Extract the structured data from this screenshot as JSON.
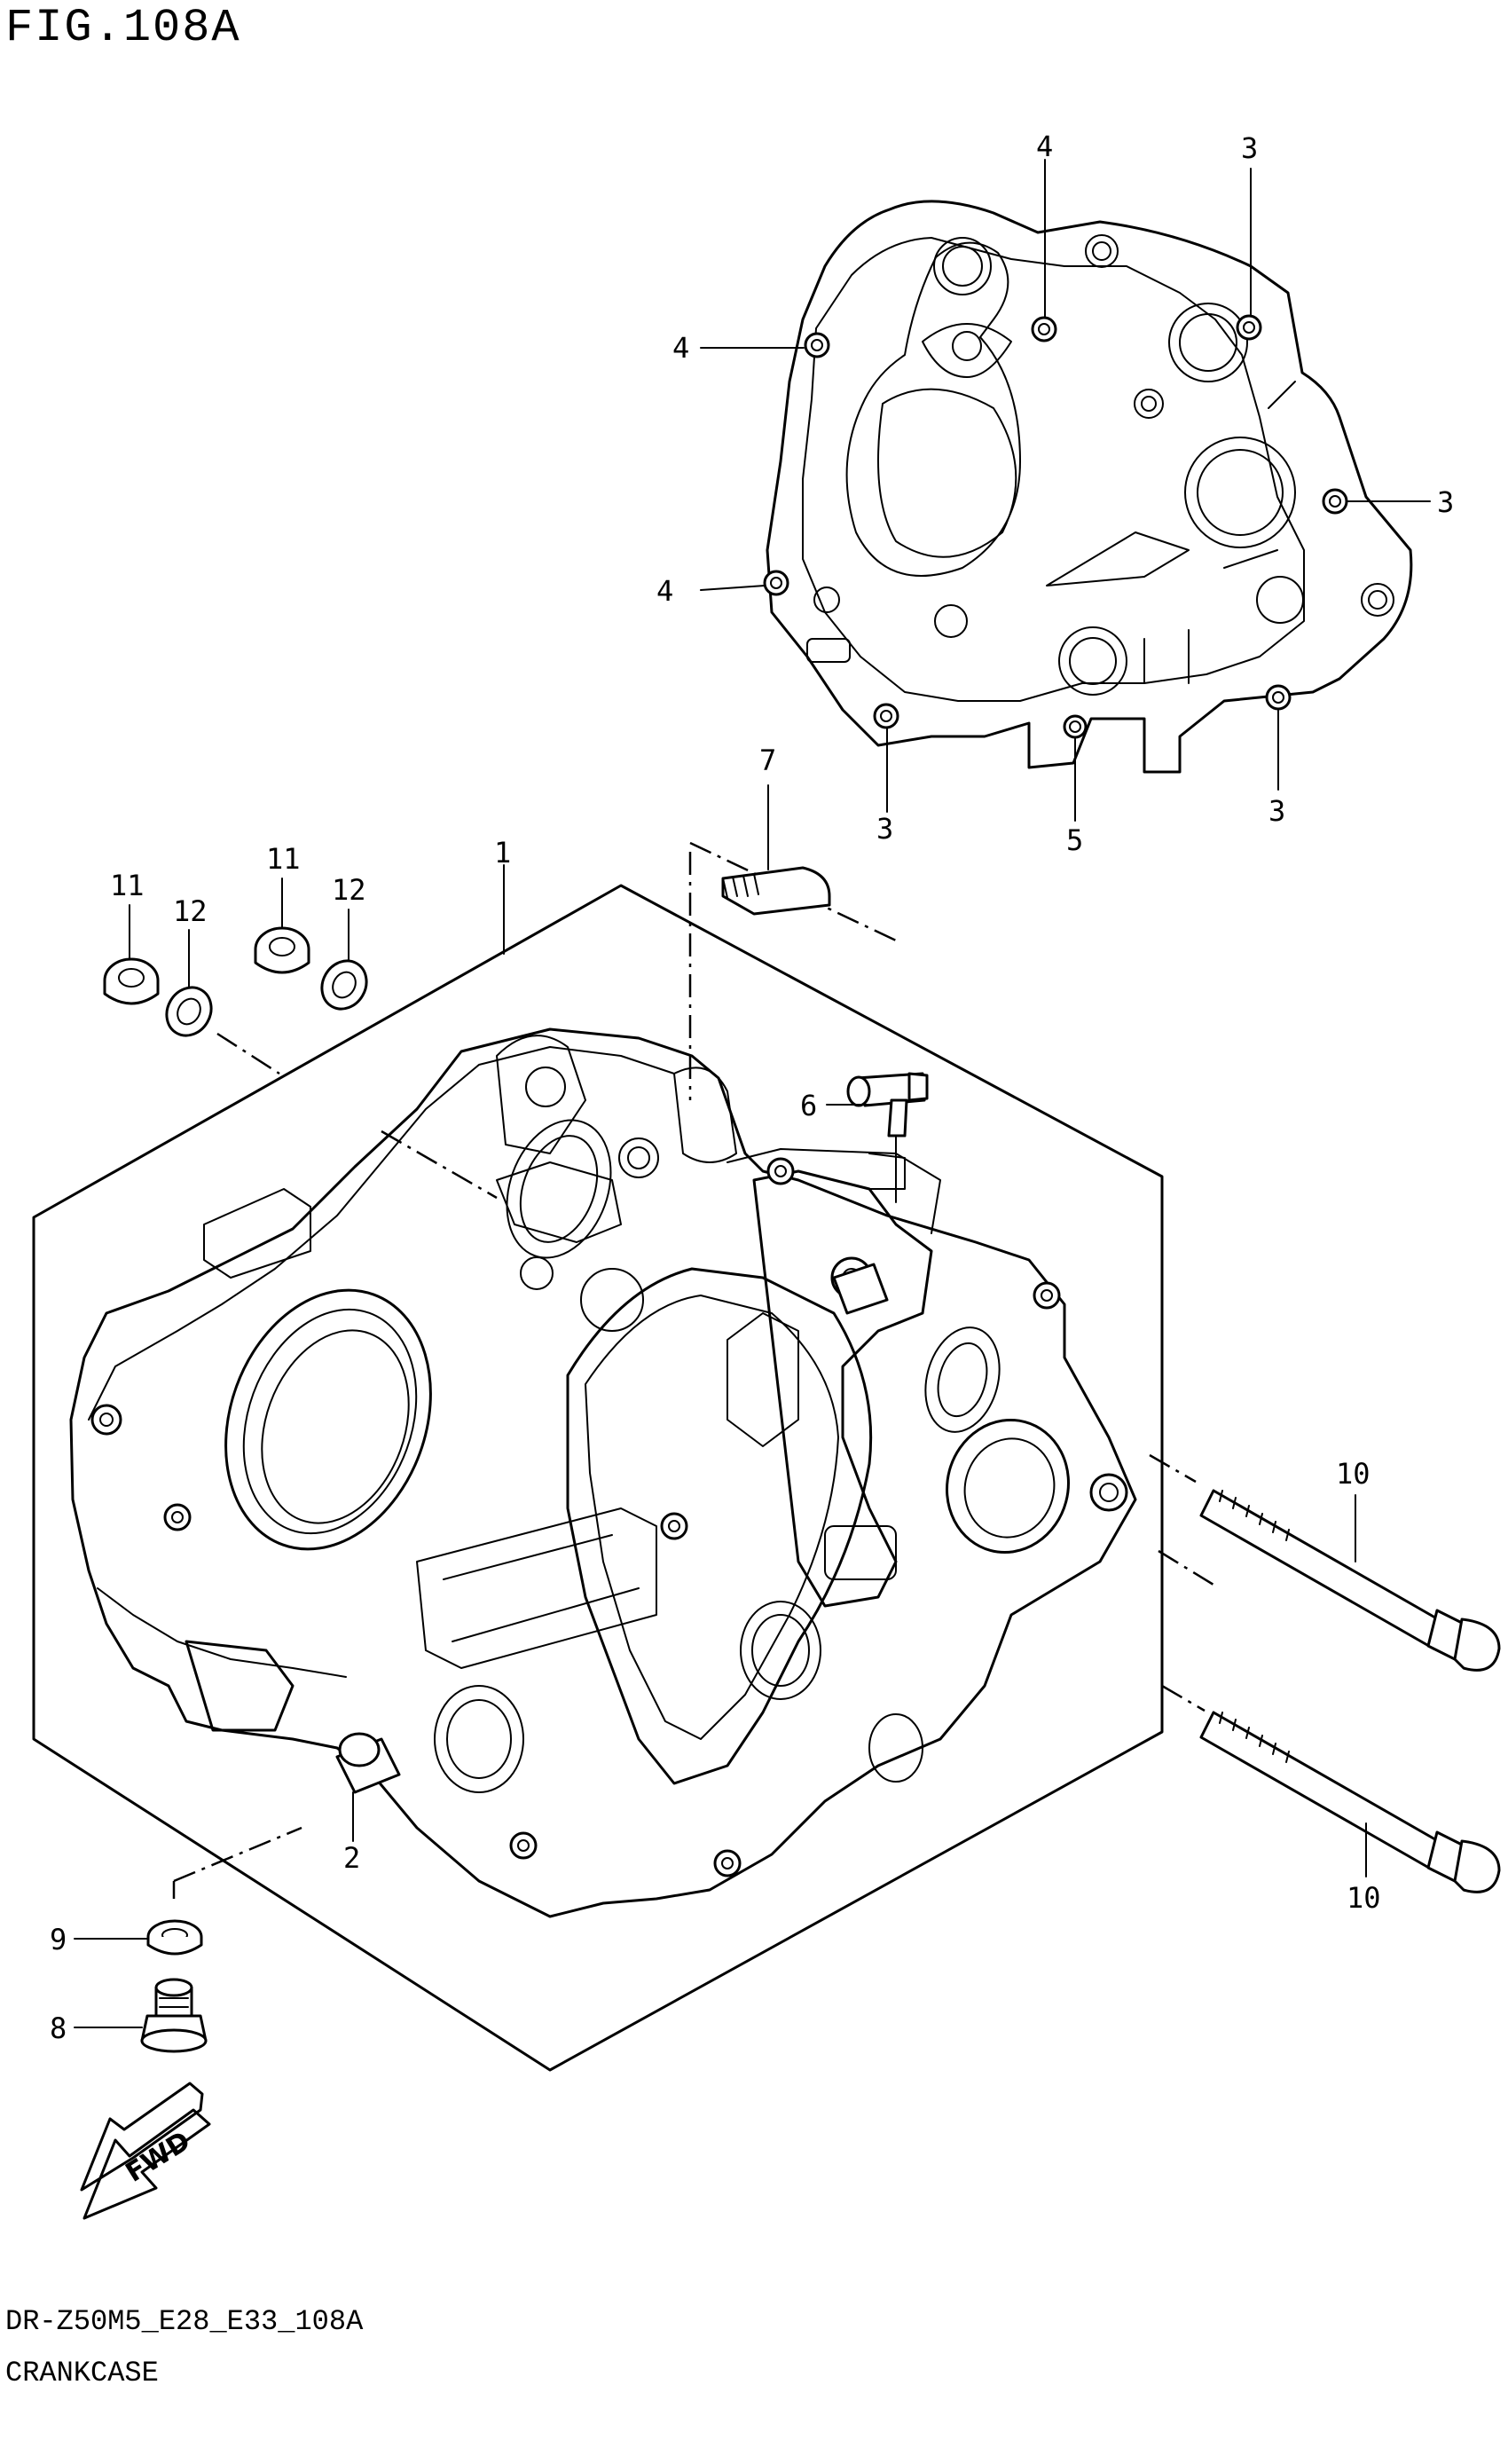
{
  "header": {
    "figure_title": "FIG.108A"
  },
  "callouts": [
    {
      "id": "c1",
      "label": "1"
    },
    {
      "id": "c2",
      "label": "2"
    },
    {
      "id": "c3a",
      "label": "3"
    },
    {
      "id": "c3b",
      "label": "3"
    },
    {
      "id": "c3c",
      "label": "3"
    },
    {
      "id": "c3d",
      "label": "3"
    },
    {
      "id": "c4a",
      "label": "4"
    },
    {
      "id": "c4b",
      "label": "4"
    },
    {
      "id": "c4c",
      "label": "4"
    },
    {
      "id": "c5",
      "label": "5"
    },
    {
      "id": "c6",
      "label": "6"
    },
    {
      "id": "c7",
      "label": "7"
    },
    {
      "id": "c8",
      "label": "8"
    },
    {
      "id": "c9",
      "label": "9"
    },
    {
      "id": "c10a",
      "label": "10"
    },
    {
      "id": "c10b",
      "label": "10"
    },
    {
      "id": "c11a",
      "label": "11"
    },
    {
      "id": "c11b",
      "label": "11"
    },
    {
      "id": "c12a",
      "label": "12"
    },
    {
      "id": "c12b",
      "label": "12"
    }
  ],
  "fwd_label": "FWD",
  "footer": {
    "model_code": "DR-Z50M5_E28_E33_108A",
    "part_group": "CRANKCASE"
  }
}
